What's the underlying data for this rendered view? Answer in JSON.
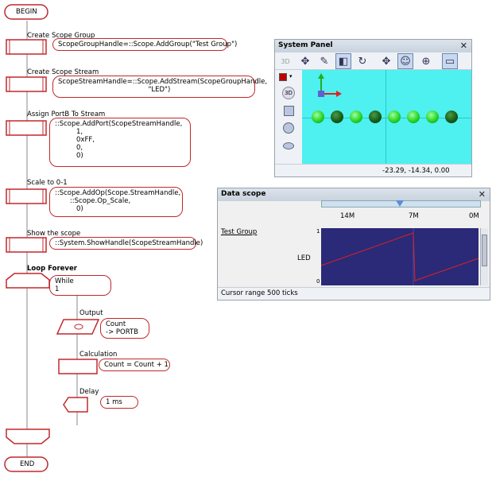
{
  "flowchart": {
    "begin": "BEGIN",
    "end": "END",
    "steps": [
      {
        "label": "Create Scope Group",
        "code": "ScopeGroupHandle=::Scope.AddGroup(\"Test Group\")"
      },
      {
        "label": "Create Scope Stream",
        "code": "ScopeStreamHandle=::Scope.AddStream(ScopeGroupHandle,\n                                          \"LED\")"
      },
      {
        "label": "Assign PortB To Stream",
        "code": "::Scope.AddPort(ScopeStreamHandle,\n          1,\n          0xFF,\n          0,\n          0)"
      },
      {
        "label": "Scale to 0-1",
        "code": "::Scope.AddOp(Scope.StreamHandle,\n       ::Scope.Op_Scale,\n          0)"
      },
      {
        "label": "Show the scope",
        "code": "::System.ShowHandle(ScopeStreamHandle)"
      }
    ],
    "loop_label": "Loop Forever",
    "loop_cond": "While\n1",
    "output_label": "Output",
    "output_code": "Count\n-> PORTB",
    "calc_label": "Calculation",
    "calc_code": "Count = Count + 1",
    "delay_label": "Delay",
    "delay_code": "1 ms"
  },
  "system_panel": {
    "title": "System Panel",
    "close": "✕",
    "coords": "-23.29, -14.34, 0.00",
    "toolbar_icons": [
      "3d-text-icon",
      "move-icon",
      "pencil-icon",
      "select-icon",
      "rotate-icon",
      "pan-icon",
      "person-icon",
      "zoom-icon",
      "panel-icon"
    ],
    "toolbar_3d": "3D",
    "side_3d": "3D",
    "accent_color": "#c00000",
    "background_color": "#4ef0f0",
    "leds": [
      true,
      false,
      true,
      false,
      true,
      true,
      true,
      false
    ]
  },
  "data_scope": {
    "title": "Data scope",
    "close": "✕",
    "timeline_labels": [
      "14M",
      "7M",
      "0M"
    ],
    "group_name": "Test Group",
    "stream_name": "LED",
    "y_top": "1",
    "y_bottom": "0",
    "status": "Cursor range 500 ticks",
    "trace_color": "#e02020",
    "plot_bg": "#2a2a78"
  }
}
